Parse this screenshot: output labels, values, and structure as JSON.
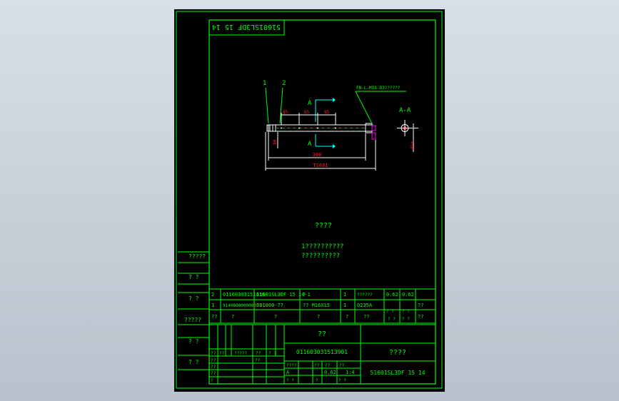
{
  "colors": {
    "frame": "#00ff00",
    "dim": "#ffffff",
    "hidden": "#ff2020",
    "arrow": "#00ffff",
    "magenta": "#ff00ff",
    "background": "#000000"
  },
  "drawing": {
    "mirrored_title": "51601SL3DF 15 14",
    "balloons": [
      "1",
      "2"
    ],
    "part_code_note": "FN-L-M18-D3??????",
    "section_label_top": "A",
    "section_label_bottom": "A",
    "section_view_label": "A-A",
    "dim_spacings": [
      "85",
      "65",
      "85"
    ],
    "dim_inner": "300",
    "dim_overall": "T1601",
    "dim_vertical": "90",
    "dim_section": "Ø10"
  },
  "notes": {
    "heading": "????",
    "line1": "1??????????",
    "line2": "??????????"
  },
  "side_strip": [
    "?????",
    "? ?",
    "? ?",
    "?????",
    "? ?",
    "? ?"
  ],
  "bom": {
    "row2": {
      "no": "2",
      "code": "01160303151418",
      "name": "51601SL3DF 15 14-1",
      "spec": "?",
      "qty": "1",
      "material": "??????",
      "unit_w": "0.62",
      "total_w": "0.62"
    },
    "row1": {
      "no": "1",
      "code": "91408000000005",
      "name": "JB1000-77",
      "spec": "?? M16X15",
      "qty": "1",
      "material": "Q235A",
      "sub1": "? ?",
      "sub2": "? ?",
      "total": "??"
    },
    "header": [
      "??",
      "?",
      "?",
      "?",
      "?",
      "??",
      "? ?",
      "? ?",
      "??"
    ]
  },
  "title_block": {
    "name": "??",
    "drawing_no": "011603031513901",
    "company": "????",
    "code": "51601SL3DF 15 14",
    "sign_row1": [
      "??",
      "??",
      "?????",
      "??",
      "? ?"
    ],
    "approval_labels": [
      "??",
      "??",
      "??",
      "?",
      "??"
    ],
    "scale_labels": [
      "????",
      "??",
      "??",
      "??"
    ],
    "scale_values": [
      "A",
      "0.62",
      "1:4"
    ],
    "page": [
      "? ?",
      "?",
      "? ?"
    ]
  }
}
